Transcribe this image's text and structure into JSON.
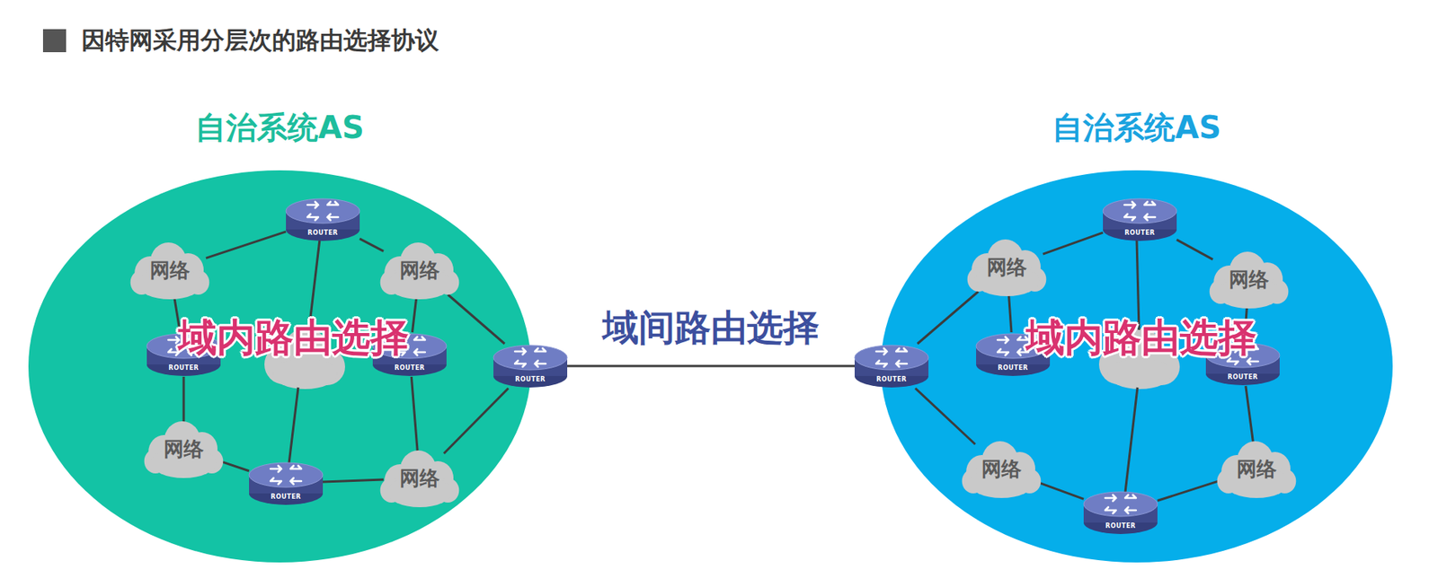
{
  "diagram": {
    "title": "因特网采用分层次的路由选择协议",
    "nodes": [
      {
        "text": [
          "自治系统AS"
        ]
      },
      {
        "text": [
          "ROUTER"
        ],
        "in": 0
      },
      {
        "text": [
          "网络"
        ],
        "in": 0
      },
      {
        "text": [
          "网络"
        ],
        "in": 0
      },
      {
        "text": [
          "ROUTER"
        ],
        "in": 0
      },
      {
        "text": [
          "ROUTER"
        ],
        "in": 0
      },
      {
        "text": [
          "ROUTER"
        ],
        "in": 0
      },
      {
        "text": [
          "网络"
        ],
        "in": 0
      },
      {
        "text": [
          "ROUTER"
        ],
        "in": 0
      },
      {
        "text": [
          "网络"
        ],
        "in": 0
      },
      {
        "text": [
          "自治系统AS"
        ]
      },
      {
        "text": [
          "ROUTER"
        ],
        "in": 10
      },
      {
        "text": [
          "网络"
        ],
        "in": 10
      },
      {
        "text": [
          "网络"
        ],
        "in": 10
      },
      {
        "text": [
          "ROUTER"
        ],
        "in": 10
      },
      {
        "text": [
          "ROUTER"
        ],
        "in": 10
      },
      {
        "text": [
          "ROUTER"
        ],
        "in": 10
      },
      {
        "text": [
          "网络"
        ],
        "in": 10
      },
      {
        "text": [
          "网络"
        ],
        "in": 10
      },
      {
        "text": [
          "ROUTER"
        ],
        "in": 10
      }
    ],
    "edges": [
      {
        "from": 1,
        "to": 2,
        "arrow": "none"
      },
      {
        "from": 1,
        "to": 3,
        "arrow": "none"
      },
      {
        "from": 2,
        "to": 4,
        "arrow": "none"
      },
      {
        "from": 4,
        "to": 7,
        "arrow": "none"
      },
      {
        "from": 7,
        "to": 8,
        "arrow": "none"
      },
      {
        "from": 8,
        "to": 9,
        "arrow": "none"
      },
      {
        "from": 9,
        "to": 6,
        "arrow": "none"
      },
      {
        "from": 6,
        "to": 3,
        "arrow": "none"
      },
      {
        "from": 3,
        "to": 5,
        "arrow": "none"
      },
      {
        "from": 5,
        "to": 9,
        "arrow": "none"
      },
      {
        "from": 11,
        "to": 12,
        "arrow": "none"
      },
      {
        "from": 11,
        "to": 13,
        "arrow": "none"
      },
      {
        "from": 12,
        "to": 14,
        "arrow": "none"
      },
      {
        "from": 14,
        "to": 17,
        "arrow": "none"
      },
      {
        "from": 17,
        "to": 19,
        "arrow": "none"
      },
      {
        "from": 19,
        "to": 18,
        "arrow": "none"
      },
      {
        "from": 18,
        "to": 16,
        "arrow": "none"
      },
      {
        "from": 16,
        "to": 13,
        "arrow": "none"
      },
      {
        "from": 12,
        "to": 15,
        "arrow": "none"
      },
      {
        "from": 6,
        "to": 14,
        "label": "域间路由选择",
        "arrow": "none"
      }
    ],
    "labels": [
      "域内路由选择",
      "域内路由选择"
    ]
  }
}
